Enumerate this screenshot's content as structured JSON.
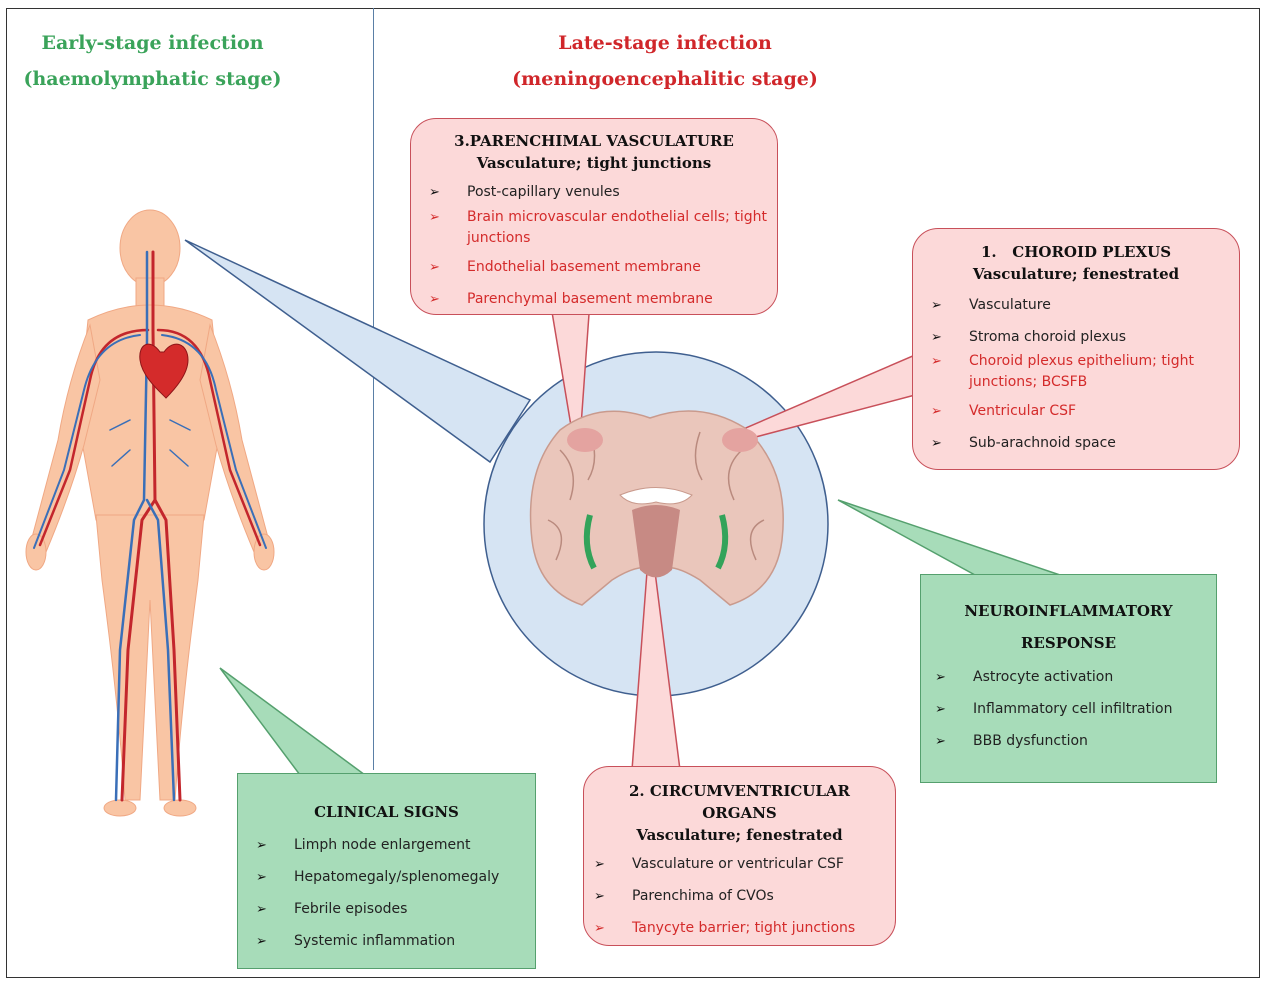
{
  "early_title": [
    "Early-stage infection",
    "(haemolymphatic stage)"
  ],
  "late_title": [
    "Late-stage infection",
    "(meningoencephalitic stage)"
  ],
  "colors": {
    "pink_fill": "#fcd9d9",
    "pink_border": "#c8505a",
    "green_fill": "#a7dcb9",
    "green_border": "#55a06e",
    "red_text": "#d42b2b",
    "green_title": "#3aa35a",
    "red_title": "#d0262a"
  },
  "parenchymal": {
    "title": "3.PARENCHIMAL VASCULATURE",
    "subtitle": "Vasculature; tight junctions",
    "items": [
      {
        "text": "Post-capillary venules",
        "red": false
      },
      {
        "text": "Brain microvascular endothelial cells; tight junctions",
        "red": true
      },
      {
        "text": "Endothelial basement membrane",
        "red": true
      },
      {
        "text": "Parenchymal basement membrane",
        "red": true
      }
    ]
  },
  "choroid": {
    "title": "1.   CHOROID PLEXUS",
    "subtitle": "Vasculature; fenestrated",
    "items": [
      {
        "text": "Vasculature",
        "red": false
      },
      {
        "text": "Stroma choroid plexus",
        "red": false
      },
      {
        "text": "Choroid plexus epithelium; tight junctions; BCSFB",
        "red": true
      },
      {
        "text": "Ventricular CSF",
        "red": true
      },
      {
        "text": "Sub-arachnoid space",
        "red": false
      }
    ]
  },
  "circumventricular": {
    "title": "2. CIRCUMVENTRICULAR ORGANS",
    "subtitle": "Vasculature; fenestrated",
    "items": [
      {
        "text": "Vasculature or ventricular CSF",
        "red": false
      },
      {
        "text": "Parenchima of CVOs",
        "red": false
      },
      {
        "text": "Tanycyte barrier; tight junctions",
        "red": true
      }
    ]
  },
  "neuroinflammatory": {
    "title": [
      "NEUROINFLAMMATORY",
      "RESPONSE"
    ],
    "items": [
      "Astrocyte activation",
      "Inflammatory cell infiltration",
      "BBB dysfunction"
    ]
  },
  "clinical": {
    "title": "CLINICAL SIGNS",
    "items": [
      "Limph node enlargement",
      "Hepatomegaly/splenomegaly",
      "Febrile episodes",
      "Systemic inflammation"
    ]
  },
  "bullet_glyph": "➢",
  "icons": [
    "human-body-illustration",
    "heart-icon",
    "brain-coronal-section"
  ]
}
